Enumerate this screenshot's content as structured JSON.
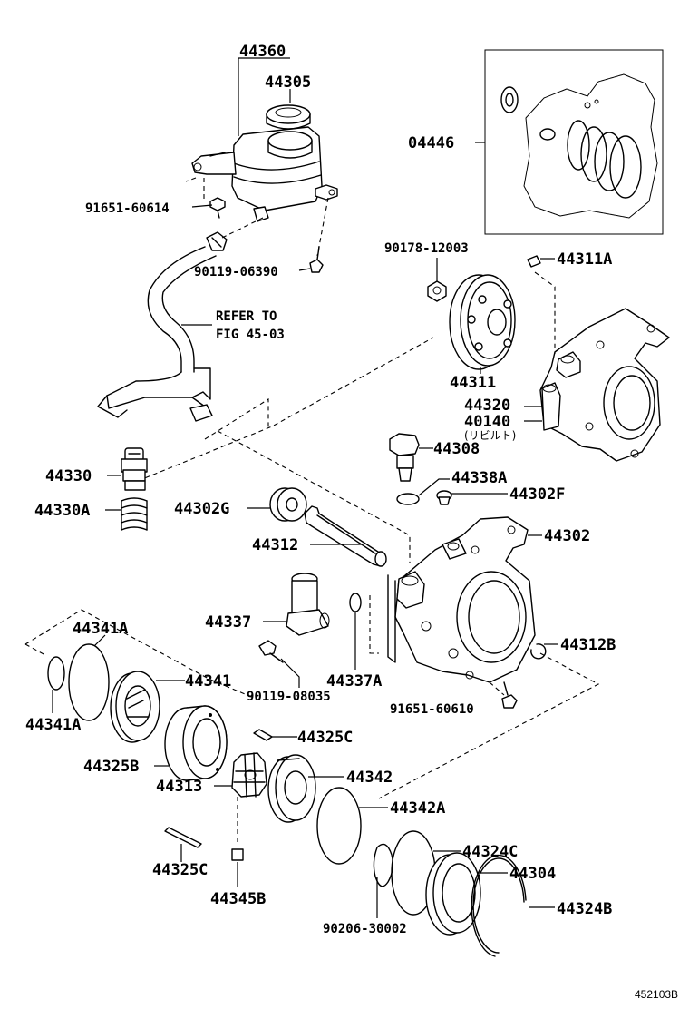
{
  "labels": {
    "p44360": "44360",
    "p44305": "44305",
    "p04446": "04446",
    "p91651_60614": "91651-60614",
    "p90119_06390": "90119-06390",
    "refer_line1": "REFER TO",
    "refer_line2": "FIG 45-03",
    "p90178_12003": "90178-12003",
    "p44311A": "44311A",
    "p44311": "44311",
    "p44320": "44320",
    "p40140": "40140",
    "p40140_note": "(リビルト)",
    "p44308": "44308",
    "p44330": "44330",
    "p44330A": "44330A",
    "p44338A": "44338A",
    "p44302G": "44302G",
    "p44302F": "44302F",
    "p44312": "44312",
    "p44302": "44302",
    "p44337": "44337",
    "p44341A_top": "44341A",
    "p44341": "44341",
    "p90119_08035": "90119-08035",
    "p44337A": "44337A",
    "p44312B": "44312B",
    "p91651_60610": "91651-60610",
    "p44341A_left": "44341A",
    "p44325C_top": "44325C",
    "p44325B": "44325B",
    "p44342": "44342",
    "p44313": "44313",
    "p44342A": "44342A",
    "p44324C": "44324C",
    "p44325C_bottom": "44325C",
    "p44304": "44304",
    "p44345B": "44345B",
    "p44324B": "44324B",
    "p90206_30002": "90206-30002",
    "illustration_ref": "452103B"
  }
}
